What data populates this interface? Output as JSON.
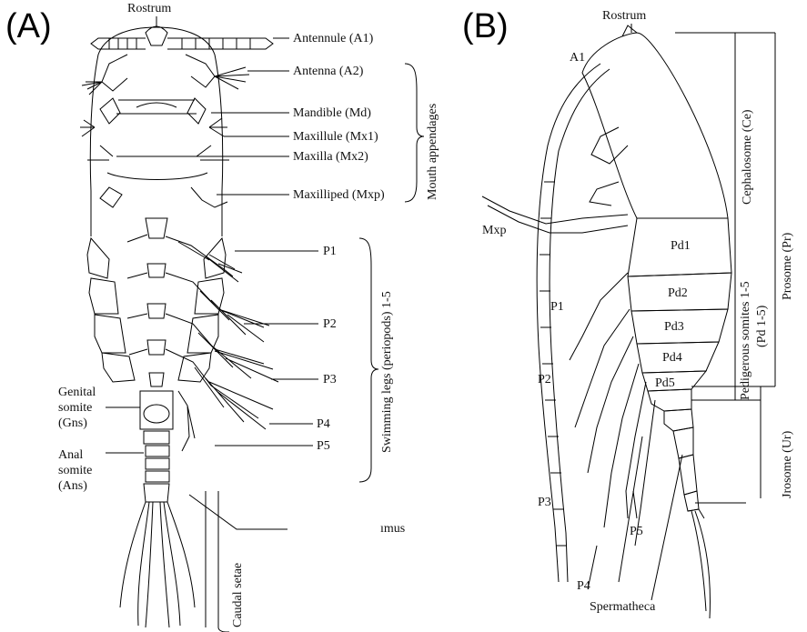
{
  "panel_a": {
    "letter": "(A)",
    "labels": {
      "rostrum": "Rostrum",
      "antennule": "Antennule (A1)",
      "antenna": "Antenna (A2)",
      "mandible": "Mandible (Md)",
      "maxillule": "Maxillule (Mx1)",
      "maxilla": "Maxilla (Mx2)",
      "maxilliped": "Maxilliped (Mxp)",
      "p1": "P1",
      "p2": "P2",
      "p3": "P3",
      "p4": "P4",
      "p5": "P5",
      "genital_1": "Genital",
      "genital_2": "somite",
      "genital_3": "(Gns)",
      "anal_1": "Anal",
      "anal_2": "somite",
      "anal_3": "(Ans)",
      "ramus": "ımus",
      "mouth_appendages": "Mouth appendages",
      "swimming_legs": "Swimming legs (periopods) 1-5",
      "caudal_setae": "Caudal setae"
    }
  },
  "panel_b": {
    "letter": "(B)",
    "labels": {
      "rostrum": "Rostrum",
      "a1": "A1",
      "mxp": "Mxp",
      "pd1": "Pd1",
      "pd2": "Pd2",
      "pd3": "Pd3",
      "pd4": "Pd4",
      "pd5": "Pd5",
      "p1": "P1",
      "p2": "P2",
      "p3": "P3",
      "p4": "P4",
      "p5": "P5",
      "spermatheca": "Spermatheca",
      "cephalosome": "Cephalosome (Ce)",
      "pedigerous_1": "Pedigerous somites 1-5",
      "pedigerous_2": "(Pd 1-5)",
      "prosome": "Prosome (Pr)",
      "urosome": "Jrosome (Ur)"
    }
  }
}
